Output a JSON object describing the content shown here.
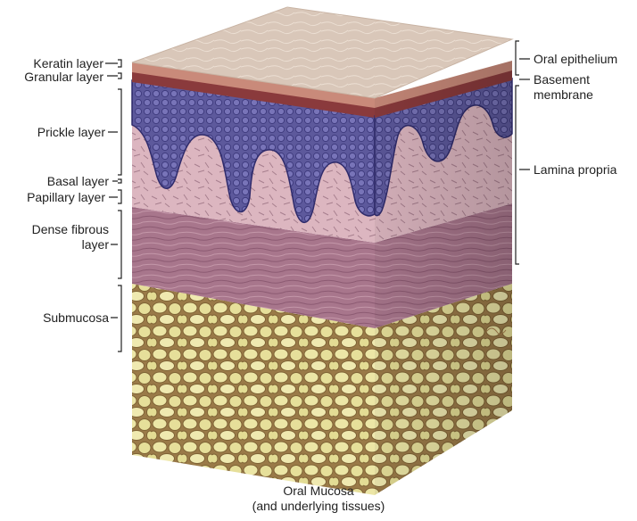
{
  "labels_left": {
    "keratin": "Keratin layer",
    "granular": "Granular layer",
    "prickle": "Prickle layer",
    "basal": "Basal layer",
    "papillary": "Papillary layer",
    "dense_line1": "Dense fibrous",
    "dense_line2": "layer",
    "submucosa": "Submucosa"
  },
  "labels_right": {
    "oral_epithelium": "Oral epithelium",
    "basement_line1": "Basement",
    "basement_line2": "membrane",
    "lamina_propria": "Lamina propria"
  },
  "caption": {
    "line1": "Oral Mucosa",
    "line2": "(and underlying tissues)"
  },
  "colors": {
    "keratin_top": "#d8c6b8",
    "granular": "#8a3a3c",
    "prickle": "#5e5aa0",
    "papillary": "#dcb7c0",
    "dense_fibrous": "#a9788e",
    "submucosa": "#e6df9a",
    "bracket": "#222222"
  }
}
